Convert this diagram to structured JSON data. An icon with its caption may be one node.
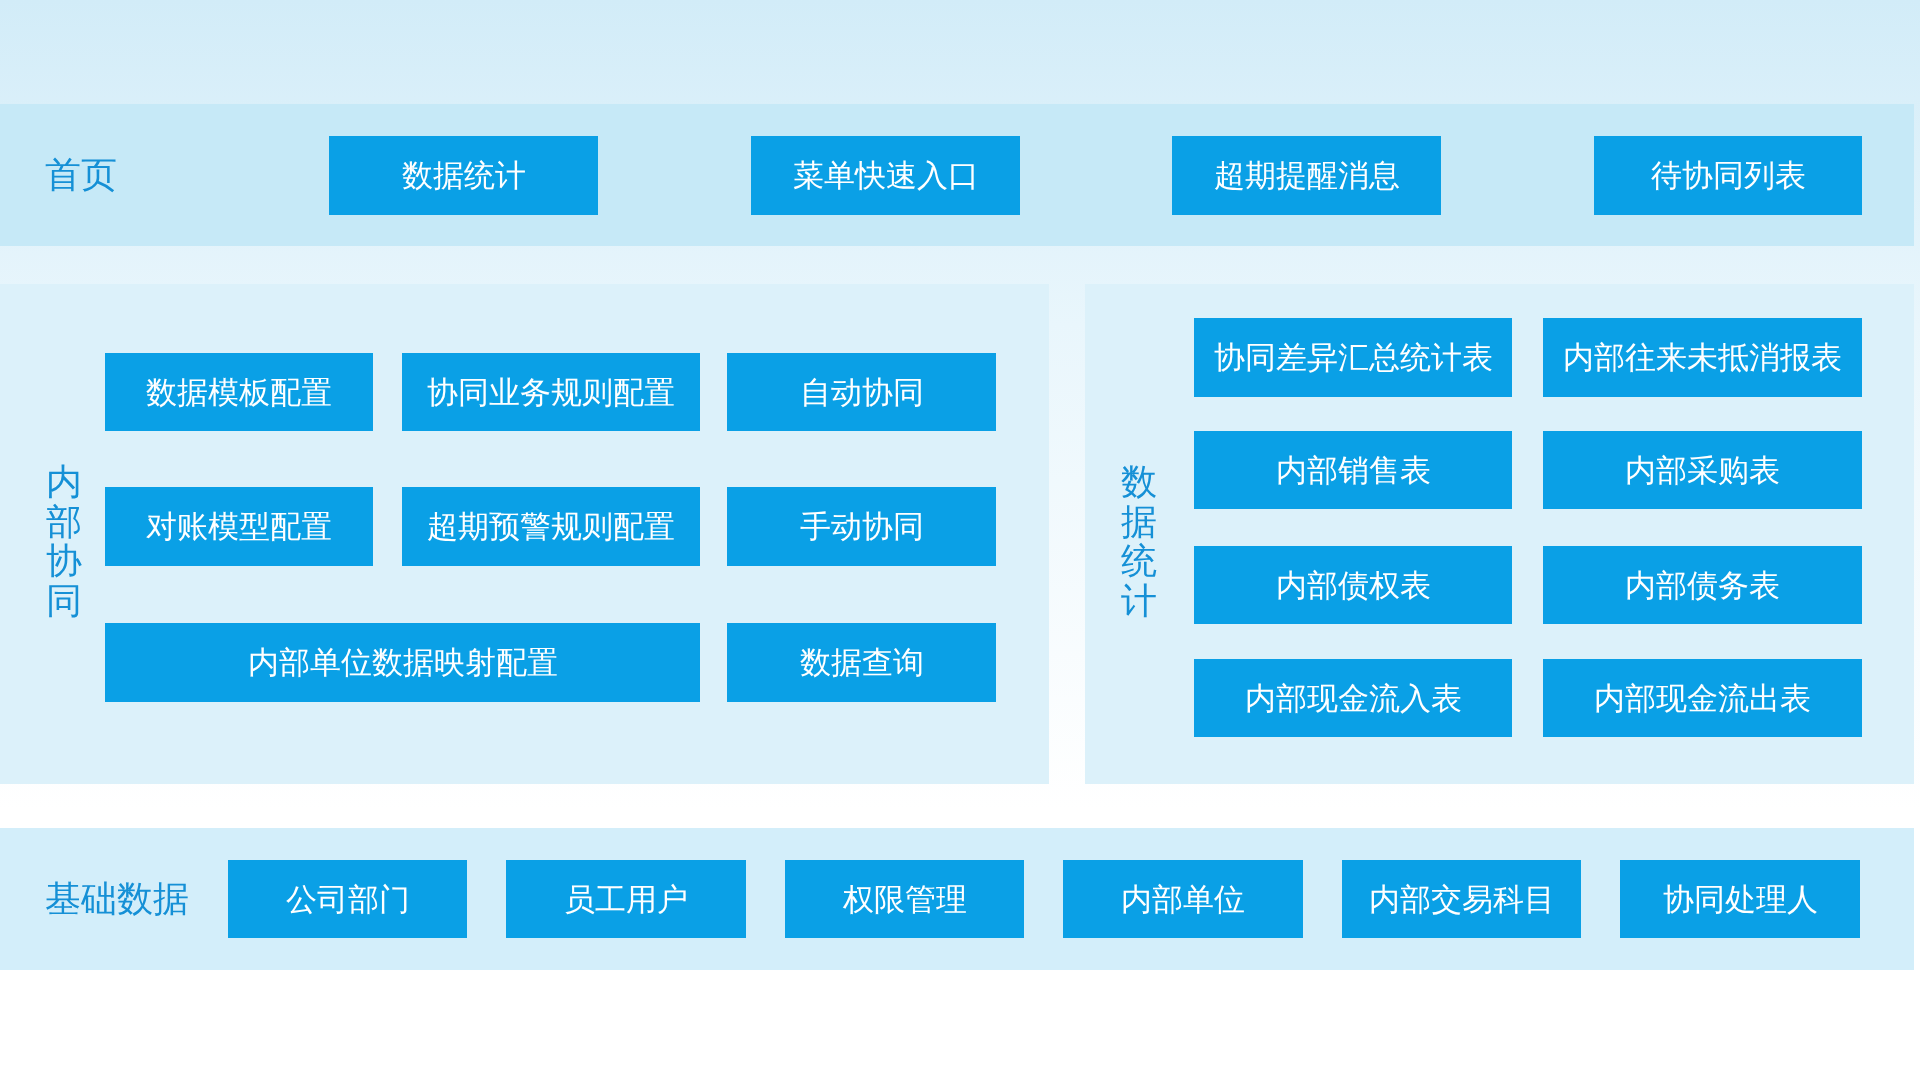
{
  "diagram": {
    "nodes": [
      {
        "text": [
          "首页"
        ]
      },
      {
        "text": [
          "数据统计"
        ],
        "in": 0
      },
      {
        "text": [
          "菜单快速入口"
        ],
        "in": 0
      },
      {
        "text": [
          "超期提醒消息"
        ],
        "in": 0
      },
      {
        "text": [
          "待协同列表"
        ],
        "in": 0
      },
      {
        "text": [
          "内部协同"
        ]
      },
      {
        "text": [
          "数据模板配置"
        ],
        "in": 5
      },
      {
        "text": [
          "协同业务规则配置"
        ],
        "in": 5
      },
      {
        "text": [
          "自动协同"
        ],
        "in": 5
      },
      {
        "text": [
          "对账模型配置"
        ],
        "in": 5
      },
      {
        "text": [
          "超期预警规则配置"
        ],
        "in": 5
      },
      {
        "text": [
          "手动协同"
        ],
        "in": 5
      },
      {
        "text": [
          "内部单位数据映射配置"
        ],
        "in": 5
      },
      {
        "text": [
          "数据查询"
        ],
        "in": 5
      },
      {
        "text": [
          "数据统计"
        ]
      },
      {
        "text": [
          "协同差异汇总统计表"
        ],
        "in": 14
      },
      {
        "text": [
          "内部往来未抵消报表"
        ],
        "in": 14
      },
      {
        "text": [
          "内部销售表"
        ],
        "in": 14
      },
      {
        "text": [
          "内部采购表"
        ],
        "in": 14
      },
      {
        "text": [
          "内部债权表"
        ],
        "in": 14
      },
      {
        "text": [
          "内部债务表"
        ],
        "in": 14
      },
      {
        "text": [
          "内部现金流入表"
        ],
        "in": 14
      },
      {
        "text": [
          "内部现金流出表"
        ],
        "in": 14
      },
      {
        "text": [
          "基础数据"
        ]
      },
      {
        "text": [
          "公司部门"
        ],
        "in": 23
      },
      {
        "text": [
          "员工用户"
        ],
        "in": 23
      },
      {
        "text": [
          "权限管理"
        ],
        "in": 23
      },
      {
        "text": [
          "内部单位"
        ],
        "in": 23
      },
      {
        "text": [
          "内部交易科目"
        ],
        "in": 23
      },
      {
        "text": [
          "协同处理人"
        ],
        "in": 23
      }
    ]
  }
}
